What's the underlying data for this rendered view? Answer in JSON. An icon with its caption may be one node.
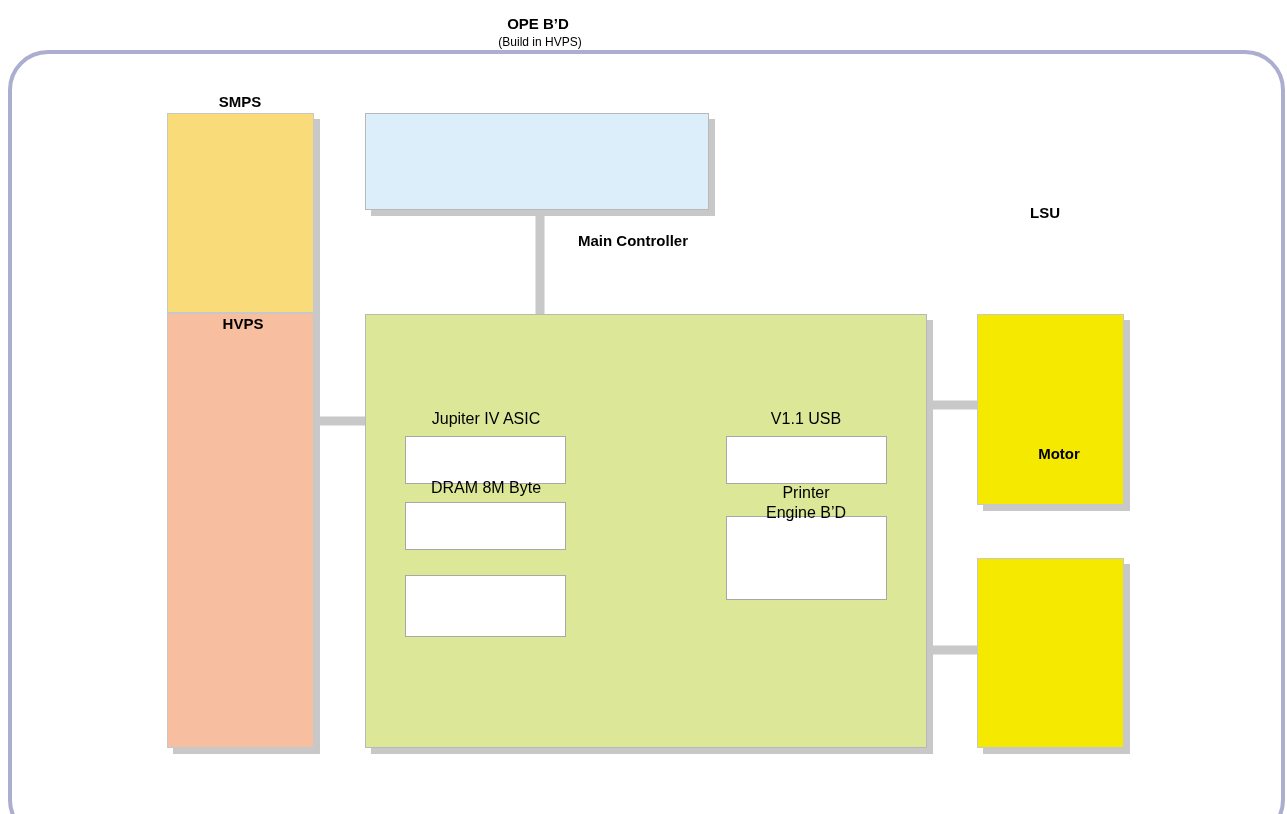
{
  "diagram": {
    "nodes": [
      {
        "text": [
          "OPE B’D",
          "(Build in HVPS)"
        ]
      },
      {
        "text": [
          "SMPS"
        ],
        "in": 0
      },
      {
        "text": [
          "HVPS"
        ],
        "in": 0
      },
      {
        "text": [],
        "shape": "box",
        "in": 0
      },
      {
        "text": [],
        "shape": "box",
        "in": 0
      },
      {
        "text": [
          "Motor"
        ],
        "in": 0
      },
      {
        "text": [],
        "shape": "box",
        "in": 0
      },
      {
        "text": [
          "Jupiter IV ASIC"
        ],
        "in": 4
      },
      {
        "text": [
          "DRAM 8M Byte"
        ],
        "in": 4
      },
      {
        "text": [],
        "shape": "box",
        "in": 4
      },
      {
        "text": [
          "V1.1 USB"
        ],
        "in": 4
      },
      {
        "text": [
          "Printer Engine B’D"
        ],
        "in": 4
      }
    ],
    "edges": [
      {
        "from": 3,
        "to": 4,
        "arrow": "none"
      },
      {
        "from": 2,
        "to": 4,
        "arrow": "none"
      },
      {
        "from": 4,
        "to": 5,
        "arrow": "none"
      },
      {
        "from": 4,
        "to": 6,
        "arrow": "none"
      }
    ],
    "labels": [
      "Main Controller",
      "LSU"
    ]
  }
}
